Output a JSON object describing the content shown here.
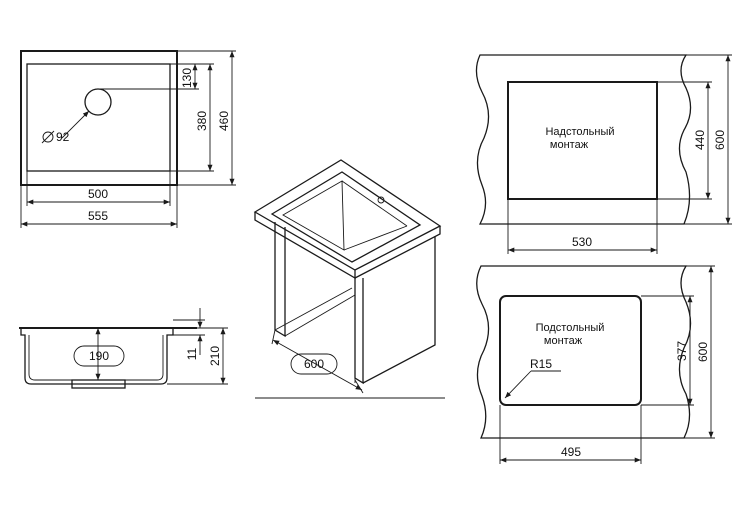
{
  "top_view": {
    "hole_diameter": "92",
    "dim_130": "130",
    "dim_380": "380",
    "dim_460": "460",
    "dim_500": "500",
    "dim_555": "555"
  },
  "side_view": {
    "dim_190": "190",
    "dim_11": "11",
    "dim_210": "210"
  },
  "iso_view": {
    "dim_600": "600"
  },
  "overmount": {
    "label_line1": "Надстольный",
    "label_line2": "монтаж",
    "dim_440": "440",
    "dim_600": "600",
    "dim_530": "530"
  },
  "undermount": {
    "label_line1": "Подстольный",
    "label_line2": "монтаж",
    "radius": "R15",
    "dim_377": "377",
    "dim_600": "600",
    "dim_495": "495"
  }
}
